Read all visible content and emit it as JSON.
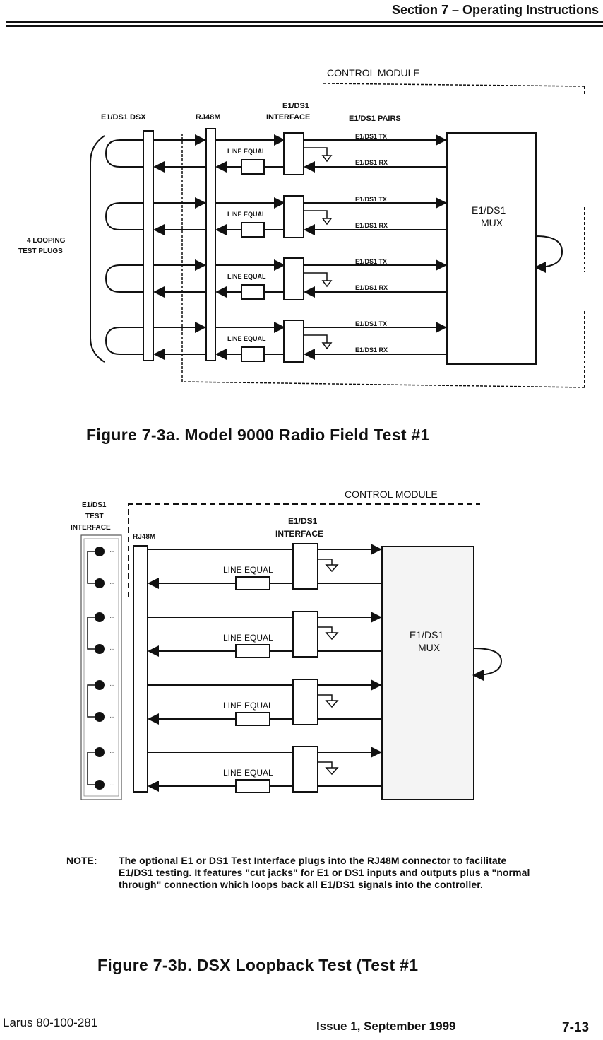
{
  "header": {
    "title": "Section 7 – Operating Instructions"
  },
  "figure_a": {
    "control_module": "CONTROL MODULE",
    "col_dsx": "E1/DS1 DSX",
    "col_rj48m": "RJ48M",
    "col_interface_1": "E1/DS1",
    "col_interface_2": "INTERFACE",
    "col_pairs": "E1/DS1 PAIRS",
    "plugs_1": "4 LOOPING",
    "plugs_2": "TEST PLUGS",
    "mux_1": "E1/DS1",
    "mux_2": "MUX",
    "line_equal": "LINE EQUAL",
    "tx": "E1/DS1 TX",
    "rx": "E1/DS1 RX",
    "caption": "Figure 7-3a.  Model 9000 Radio Field Test #1"
  },
  "figure_b": {
    "control_module": "CONTROL MODULE",
    "test_1": "E1/DS1",
    "test_2": "TEST",
    "test_3": "INTERFACE",
    "rj48m": "RJ48M",
    "interface_1": "E1/DS1",
    "interface_2": "INTERFACE",
    "mux_1": "E1/DS1",
    "mux_2": "MUX",
    "line_equal": "LINE EQUAL",
    "caption": "Figure 7-3b.  DSX Loopback Test (Test #1"
  },
  "note": {
    "label": "NOTE:",
    "text": "The optional E1 or DS1 Test Interface plugs into the RJ48M connector to facilitate E1/DS1 testing.  It features \"cut jacks\" for E1 or DS1 inputs and outputs plus a \"normal through\" connection which loops back all E1/DS1 signals into the controller."
  },
  "footer": {
    "left": "Larus 80-100-281",
    "middle": "Issue 1,  September 1999",
    "page": "7-13"
  }
}
